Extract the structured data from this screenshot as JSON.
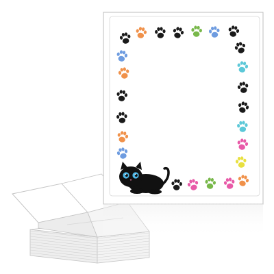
{
  "product": {
    "sheet_color": "#ffffff",
    "border_color": "#c8c8c8",
    "stack_color": "#dcdcdc"
  },
  "paw_palette": {
    "black": "#1a1a1a",
    "orange": "#f0914a",
    "blue": "#6e9ce0",
    "green": "#78b84a",
    "teal": "#5cc8d8",
    "pink": "#e85aa8",
    "yellow": "#e8e040"
  },
  "paws": [
    {
      "color": "black",
      "rot": -10
    },
    {
      "color": "orange",
      "rot": 10
    },
    {
      "color": "black",
      "rot": -5
    },
    {
      "color": "black",
      "rot": 15
    },
    {
      "color": "green",
      "rot": 5
    },
    {
      "color": "blue",
      "rot": -8
    },
    {
      "color": "black",
      "rot": 12
    },
    {
      "color": "black",
      "rot": -18
    },
    {
      "color": "teal",
      "rot": 10
    },
    {
      "color": "black",
      "rot": -12
    },
    {
      "color": "black",
      "rot": 18
    },
    {
      "color": "teal",
      "rot": -5
    },
    {
      "color": "pink",
      "rot": 12
    },
    {
      "color": "yellow",
      "rot": -8
    },
    {
      "color": "orange",
      "rot": 15
    },
    {
      "color": "pink",
      "rot": -10
    },
    {
      "color": "green",
      "rot": 8
    },
    {
      "color": "pink",
      "rot": -15
    },
    {
      "color": "black",
      "rot": 5
    },
    {
      "color": "blue",
      "rot": 10
    },
    {
      "color": "orange",
      "rot": -12
    },
    {
      "color": "black",
      "rot": 8
    },
    {
      "color": "black",
      "rot": -5
    },
    {
      "color": "orange",
      "rot": 12
    },
    {
      "color": "blue",
      "rot": -15
    }
  ],
  "cat": {
    "body_color": "#111111",
    "eye_color": "#4fb8e8",
    "nose_color": "#e87aa0"
  }
}
